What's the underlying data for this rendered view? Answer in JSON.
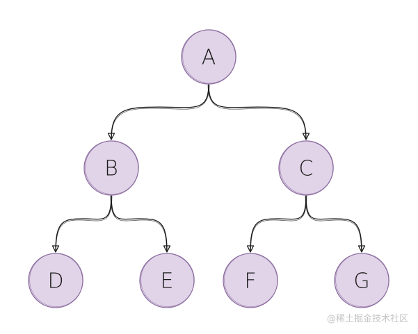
{
  "diagram": {
    "type": "binary-tree",
    "colors": {
      "node_fill": "#e1d4e8",
      "node_stroke": "#8e6fa2",
      "edge": "#1a1a1a"
    },
    "nodes": [
      {
        "id": "A",
        "label": "A"
      },
      {
        "id": "B",
        "label": "B"
      },
      {
        "id": "C",
        "label": "C"
      },
      {
        "id": "D",
        "label": "D"
      },
      {
        "id": "E",
        "label": "E"
      },
      {
        "id": "F",
        "label": "F"
      },
      {
        "id": "G",
        "label": "G"
      }
    ],
    "edges": [
      {
        "from": "A",
        "to": "B"
      },
      {
        "from": "A",
        "to": "C"
      },
      {
        "from": "B",
        "to": "D"
      },
      {
        "from": "B",
        "to": "E"
      },
      {
        "from": "C",
        "to": "F"
      },
      {
        "from": "C",
        "to": "G"
      }
    ]
  },
  "watermark": {
    "text": "@稀土掘金技术社区"
  }
}
